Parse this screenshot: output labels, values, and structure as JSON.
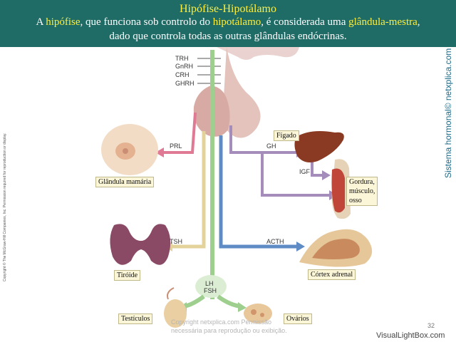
{
  "header": {
    "title": "Hipófise-Hipotálamo",
    "line1": {
      "before": "A ",
      "hl1": "hipófise",
      "mid1": ", que funciona sob controlo do ",
      "hl2": "hipotálamo",
      "mid2": ", é considerada uma ",
      "hl3": "glândula-mestra",
      "after": ","
    },
    "line2": "dado que controla todas as outras glândulas endócrinas."
  },
  "hormones": {
    "trh": "TRH",
    "gnrh": "GnRH",
    "crh": "CRH",
    "ghrh": "GHRH",
    "prl": "PRL",
    "gh": "GH",
    "igf": "IGF",
    "tsh": "TSH",
    "acth": "ACTH",
    "lh": "LH",
    "fsh": "FSH"
  },
  "targets": {
    "glandula_mamaria": "Glândula mamária",
    "figado": "Fígado",
    "gordura": "Gordura,",
    "musculo": "músculo,",
    "osso": "osso",
    "tiroide": "Tiróide",
    "cortex_adrenal": "Córtex adrenal",
    "testiculos": "Testículos",
    "ovarios": "Ovários"
  },
  "side_text_right": "Sistema hormonal© netxplica.com",
  "side_text_left": "Copyright © The McGraw-Hill Companies, Inc. Permission required for reproduction or display.",
  "watermark": {
    "line1": "Copyright netxplica.com Permissão",
    "line2": "necessária para reprodução ou exibição."
  },
  "slide_number": "32",
  "footer_brand": "VisualLightBox.com",
  "colors": {
    "header_bg": "#1f6b66",
    "highlight": "#ffef3d",
    "prl": "#e07a94",
    "gh": "#a48dbb",
    "tsh": "#e3d39a",
    "acth": "#5f8cc5",
    "lhfsh": "#9ecf8f",
    "pituitary": "#d8b0a8"
  }
}
